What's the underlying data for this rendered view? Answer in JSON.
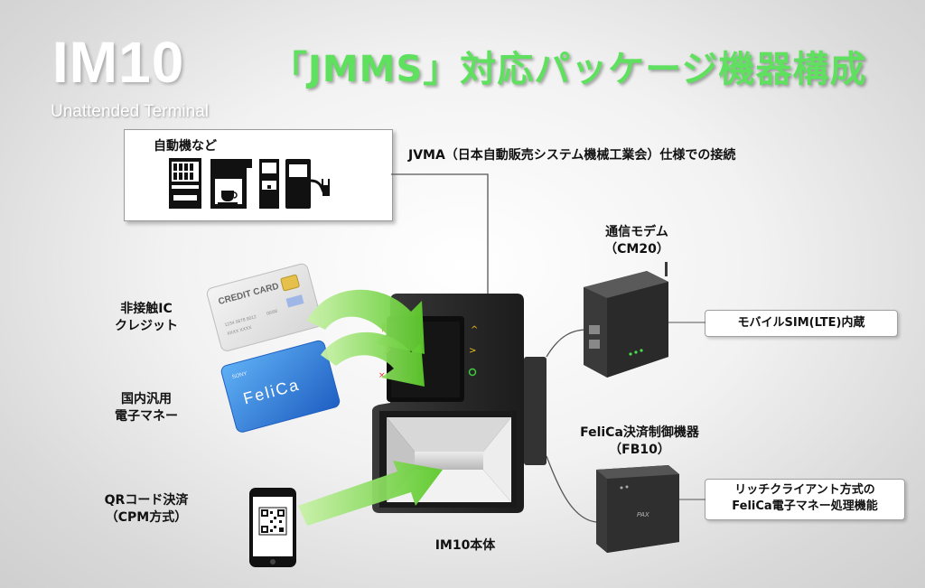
{
  "logo": {
    "main": "IM10",
    "sub": "Unattended Terminal"
  },
  "title": "「JMMS」対応パッケージ機器構成",
  "vending": {
    "label": "自動機など",
    "icons": [
      "vending-machine-icon",
      "coffee-machine-icon",
      "water-dispenser-icon",
      "ev-charger-icon"
    ]
  },
  "connection_label": "JVMA（日本自動販売システム機械工業会）仕様での接続",
  "payments": {
    "credit": {
      "line1": "非接触IC",
      "line2": "クレジット",
      "card_text": "CREDIT CARD",
      "card_number": "1234 5678 9012",
      "card_expiry": "00/00",
      "card_name": "XXXX XXXX"
    },
    "felica": {
      "line1": "国内汎用",
      "line2": "電子マネー",
      "card_brand": "SONY",
      "card_text": "FeliCa"
    },
    "qr": {
      "line1": "QRコード決済",
      "line2": "（CPM方式）"
    }
  },
  "terminal": {
    "label": "IM10本体"
  },
  "modem": {
    "line1": "通信モデム",
    "line2": "（CM20）",
    "callout": "モバイルSIM(LTE)内蔵"
  },
  "felica_ctrl": {
    "line1": "FeliCa決済制御機器",
    "line2": "（FB10）",
    "callout_line1": "リッチクライアント方式の",
    "callout_line2": "FeliCa電子マネー処理機能",
    "device_brand": "PAX"
  },
  "colors": {
    "title_green": "#5fe05f",
    "arrow_green": "#6fd43a",
    "device_dark": "#2a2a2a",
    "felica_blue": "#2f7fd6"
  }
}
